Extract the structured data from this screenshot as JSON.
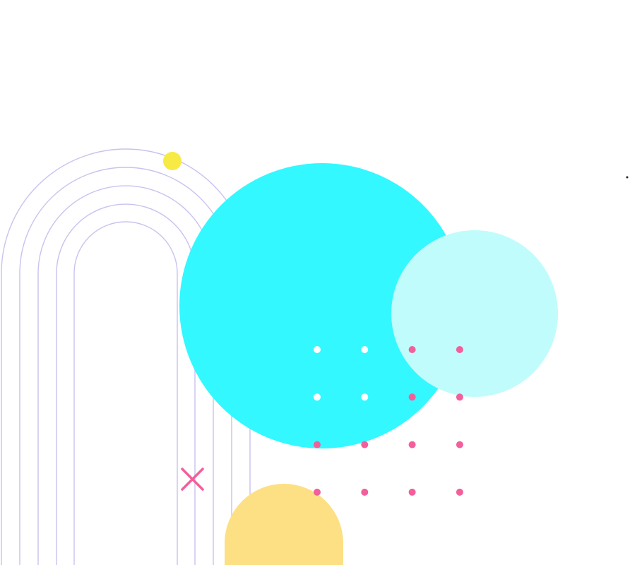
{
  "colors": {
    "background": "#ffffff",
    "arch_stroke": "#c9c2ee",
    "big_circle": "#33f8ff",
    "small_circle": "#c1fcfc",
    "yellow_dot": "#f7ea45",
    "pill": "#fde083",
    "cross": "#f25f9b",
    "dot_pink": "#f25f9b",
    "dot_white": "#ffffff",
    "speck": "#222222"
  },
  "dot_grid": {
    "rows": 4,
    "cols": 4,
    "white_cells": [
      [
        0,
        0
      ],
      [
        0,
        1
      ],
      [
        1,
        0
      ],
      [
        1,
        1
      ]
    ]
  },
  "arch_count": 5
}
